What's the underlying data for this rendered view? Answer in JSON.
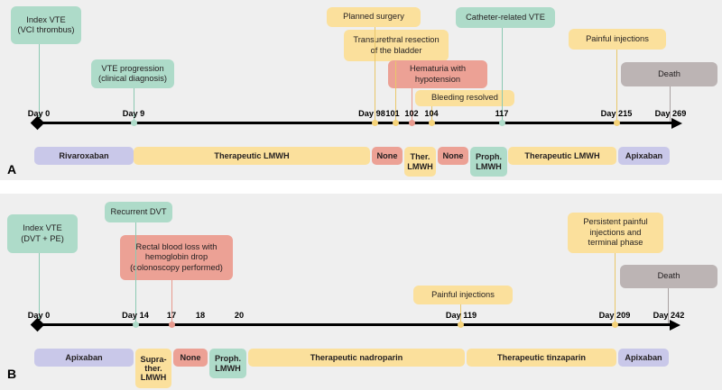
{
  "figure": {
    "background": "#ffffff",
    "panel_background": "#efefef",
    "palette": {
      "thrombosis_green": "#aedbc9",
      "event_yellow": "#fbe09c",
      "bleeding_red": "#eca195",
      "death_gray": "#bcb4b4",
      "doac_purple": "#c9c8e9"
    }
  },
  "panels": [
    {
      "letter": "A",
      "events": [
        {
          "label": "Index VTE\n(VCI thrombus)",
          "color": "green"
        },
        {
          "label": "VTE progression\n(clinical diagnosis)",
          "color": "green"
        },
        {
          "label": "Planned surgery",
          "color": "yellow"
        },
        {
          "label": "Transurethral resection\nof the bladder",
          "color": "yellow"
        },
        {
          "label": "Catheter-related VTE",
          "color": "green"
        },
        {
          "label": "Hematuria with\nhypotension",
          "color": "red"
        },
        {
          "label": "Bleeding resolved",
          "color": "yellow"
        },
        {
          "label": "Painful injections",
          "color": "yellow"
        },
        {
          "label": "Death",
          "color": "gray"
        }
      ],
      "timepoints": [
        {
          "label": "Day 0",
          "color": "green"
        },
        {
          "label": "Day 9",
          "color": "green"
        },
        {
          "label": "Day 98",
          "color": "yellow"
        },
        {
          "label": "101",
          "color": "yellow"
        },
        {
          "label": "102",
          "color": "red"
        },
        {
          "label": "104",
          "color": "yellow"
        },
        {
          "label": "117",
          "color": "green"
        },
        {
          "label": "Day 215",
          "color": "yellow"
        },
        {
          "label": "Day 269",
          "color": "gray"
        }
      ],
      "treatments": [
        {
          "label": "Rivaroxaban",
          "color": "purple"
        },
        {
          "label": "Therapeutic LMWH",
          "color": "yellow"
        },
        {
          "label": "None",
          "color": "red"
        },
        {
          "label": "Ther.\nLMWH",
          "color": "yellow"
        },
        {
          "label": "None",
          "color": "red"
        },
        {
          "label": "Proph.\nLMWH",
          "color": "green"
        },
        {
          "label": "Therapeutic LMWH",
          "color": "yellow"
        },
        {
          "label": "Apixaban",
          "color": "purple"
        }
      ]
    },
    {
      "letter": "B",
      "events": [
        {
          "label": "Index VTE\n(DVT + PE)",
          "color": "green"
        },
        {
          "label": "Recurrent DVT",
          "color": "green"
        },
        {
          "label": "Rectal blood loss with\nhemoglobin drop\n(colonoscopy performed)",
          "color": "red"
        },
        {
          "label": "Painful injections",
          "color": "yellow"
        },
        {
          "label": "Persistent painful\ninjections and\nterminal phase",
          "color": "yellow"
        },
        {
          "label": "Death",
          "color": "gray"
        }
      ],
      "timepoints": [
        {
          "label": "Day 0",
          "color": "green"
        },
        {
          "label": "Day 14",
          "color": "green"
        },
        {
          "label": "17",
          "color": "red"
        },
        {
          "label": "18",
          "color": "none"
        },
        {
          "label": "20",
          "color": "none"
        },
        {
          "label": "Day 119",
          "color": "yellow"
        },
        {
          "label": "Day 209",
          "color": "yellow"
        },
        {
          "label": "Day 242",
          "color": "gray"
        }
      ],
      "treatments": [
        {
          "label": "Apixaban",
          "color": "purple"
        },
        {
          "label": "Supra-\nther.\nLMWH",
          "color": "yellow"
        },
        {
          "label": "None",
          "color": "red"
        },
        {
          "label": "Proph.\nLMWH",
          "color": "green"
        },
        {
          "label": "Therapeutic nadroparin",
          "color": "yellow"
        },
        {
          "label": "Therapeutic tinzaparin",
          "color": "yellow"
        },
        {
          "label": "Apixaban",
          "color": "purple"
        }
      ]
    }
  ]
}
